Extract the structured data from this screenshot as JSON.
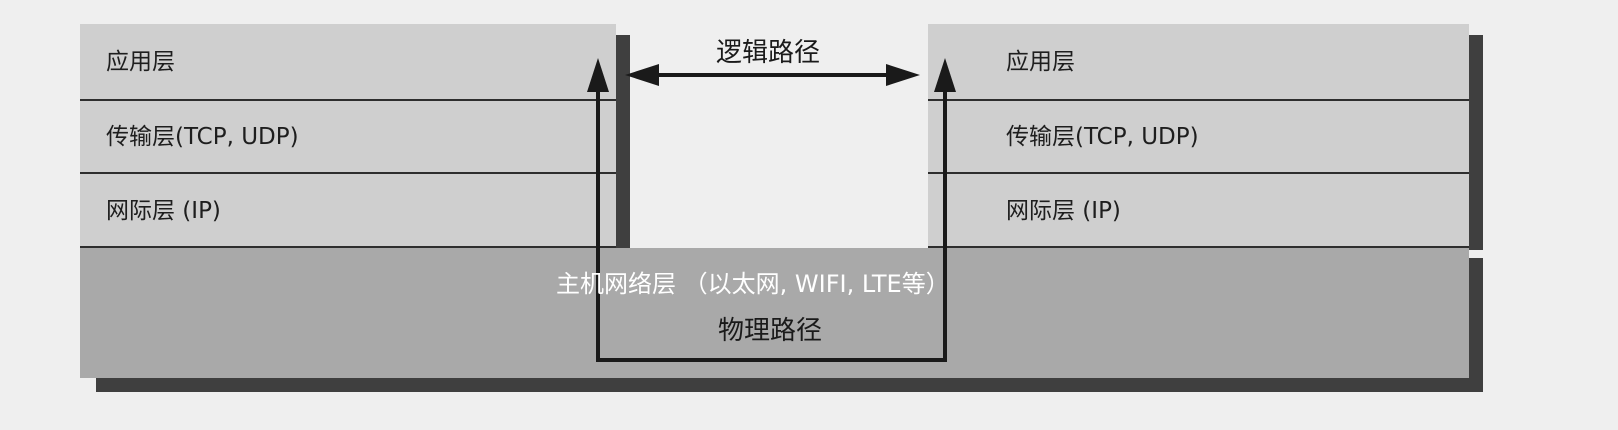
{
  "left_stack": {
    "application": "应用层",
    "transport": "传输层(TCP, UDP)",
    "internet": "网际层 (IP)"
  },
  "right_stack": {
    "application": "应用层",
    "transport": "传输层(TCP, UDP)",
    "internet": "网际层 (IP)"
  },
  "host_network_layer": "主机网络层 （以太网, WIFI, LTE等）",
  "logical_path": "逻辑路径",
  "physical_path": "物理路径"
}
